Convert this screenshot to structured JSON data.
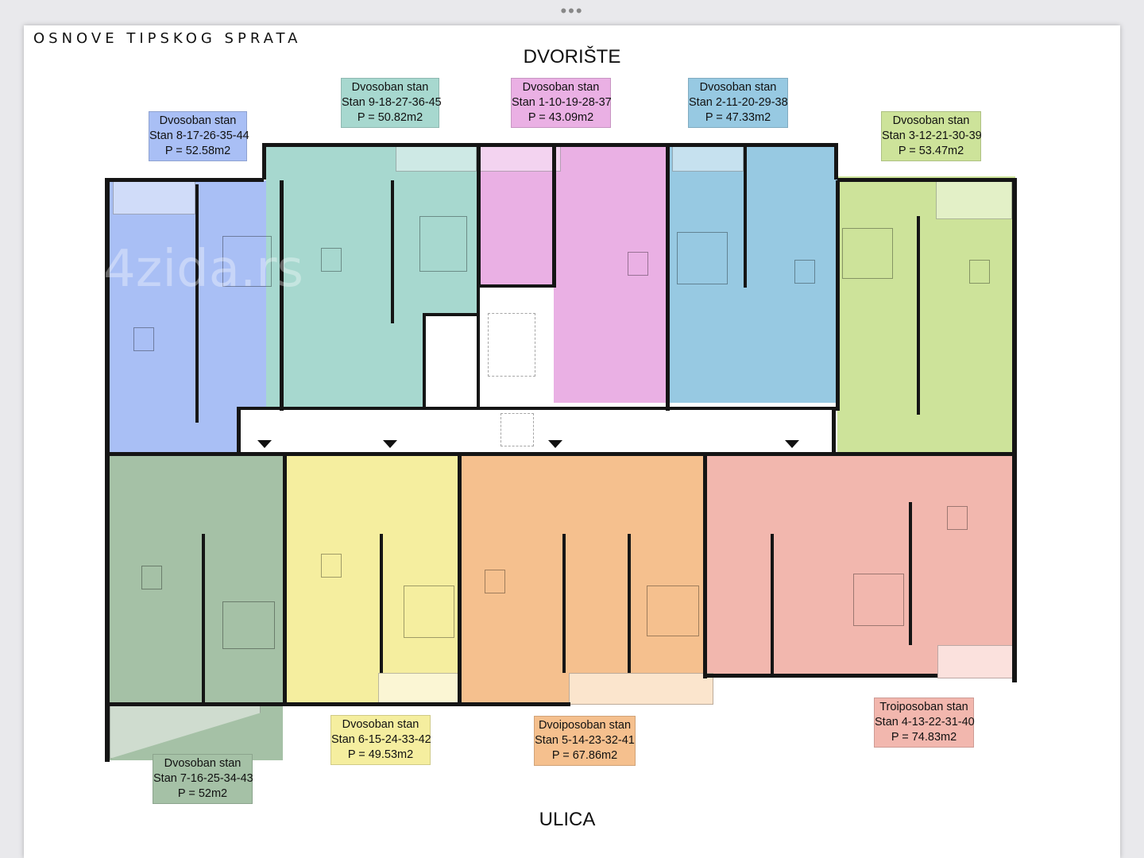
{
  "viewer": {
    "more_icon": "ellipsis-icon",
    "dots": "•••"
  },
  "plan": {
    "title": "OSNOVE TIPSKOG SPRATA",
    "top_side": "DVORIŠTE",
    "bottom_side": "ULICA",
    "watermark": "4zida.rs"
  },
  "apartments": [
    {
      "id": "a8",
      "type": "Dvosoban stan",
      "units": "Stan 8-17-26-35-44",
      "area": "P = 52.58m2",
      "color": "#a9bff5"
    },
    {
      "id": "a9",
      "type": "Dvosoban stan",
      "units": "Stan 9-18-27-36-45",
      "area": "P = 50.82m2",
      "color": "#a7d8cf"
    },
    {
      "id": "a1",
      "type": "Dvosoban stan",
      "units": "Stan 1-10-19-28-37",
      "area": "P = 43.09m2",
      "color": "#eab0e4"
    },
    {
      "id": "a2",
      "type": "Dvosoban stan",
      "units": "Stan 2-11-20-29-38",
      "area": "P = 47.33m2",
      "color": "#97c9e2"
    },
    {
      "id": "a3",
      "type": "Dvosoban stan",
      "units": "Stan 3-12-21-30-39",
      "area": "P = 53.47m2",
      "color": "#cde39a"
    },
    {
      "id": "a7",
      "type": "Dvosoban stan",
      "units": "Stan 7-16-25-34-43",
      "area": "P = 52m2",
      "color": "#a5c1a6"
    },
    {
      "id": "a6",
      "type": "Dvosoban stan",
      "units": "Stan 6-15-24-33-42",
      "area": "P = 49.53m2",
      "color": "#f5ee9f"
    },
    {
      "id": "a5",
      "type": "Dvoiposoban stan",
      "units": "Stan 5-14-23-32-41",
      "area": "P = 67.86m2",
      "color": "#f5c08e"
    },
    {
      "id": "a4",
      "type": "Troiposoban stan",
      "units": "Stan 4-13-22-31-40",
      "area": "P = 74.83m2",
      "color": "#f2b7ae"
    }
  ],
  "colors": {
    "wall": "#151515",
    "corridor": "#ffffff",
    "background": "#e9e9ec"
  }
}
